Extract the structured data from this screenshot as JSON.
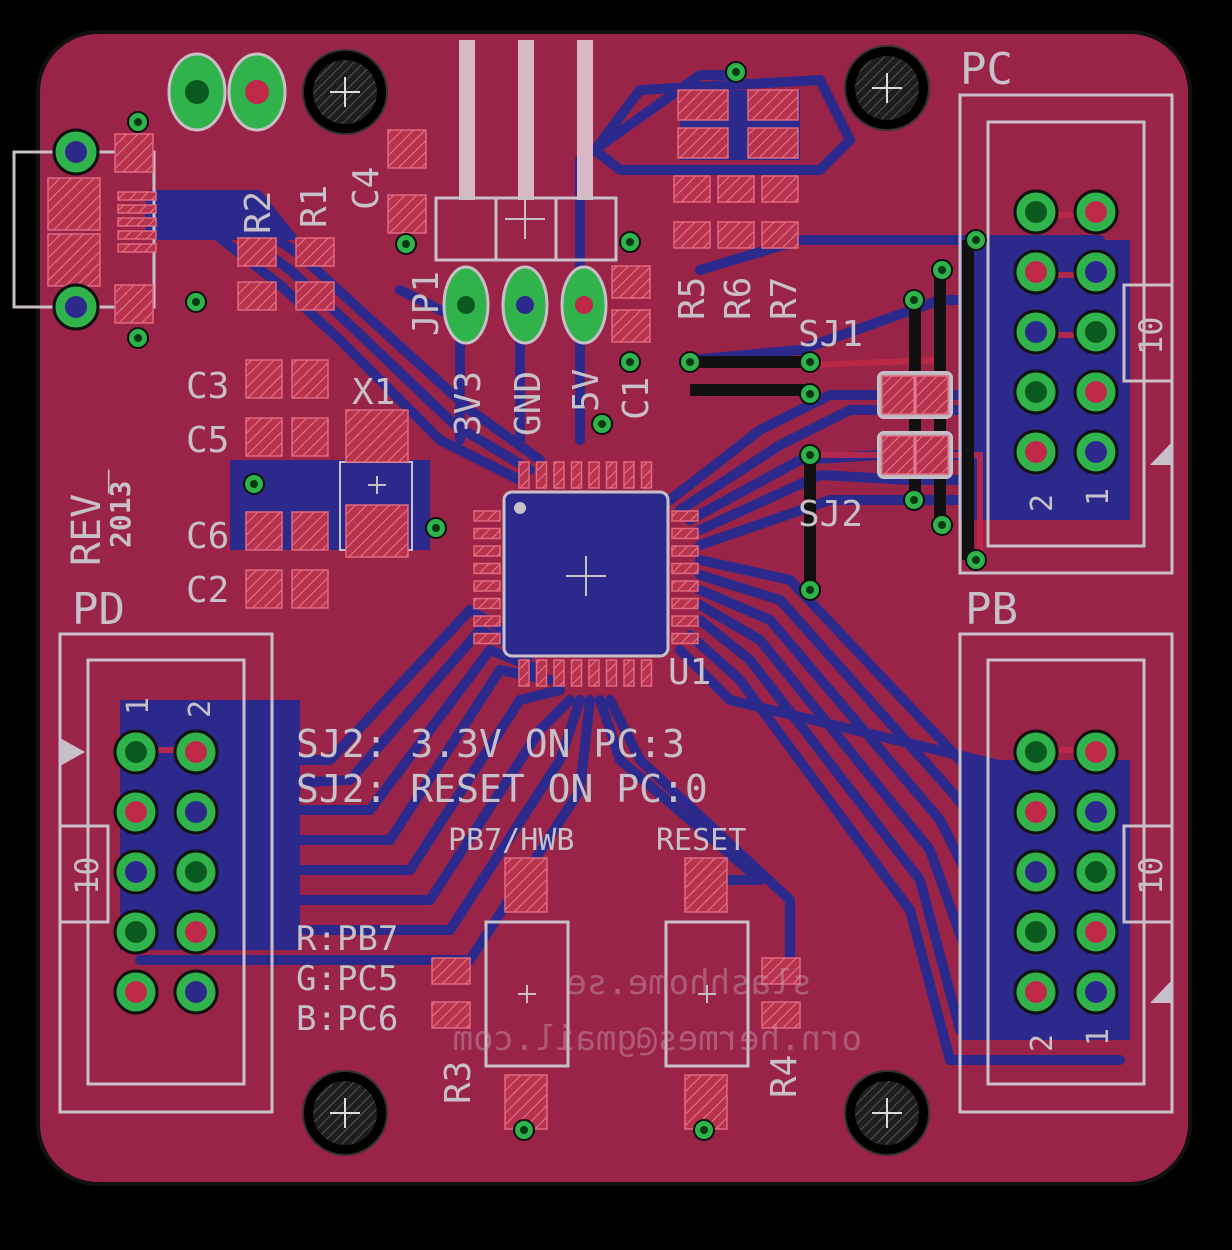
{
  "colors": {
    "background": "#000000",
    "board_fill": "#9a2348",
    "top_copper": "#a8203c",
    "bottom_copper": "#2b2a8c",
    "silkscreen": "#c8c0c8",
    "via_ring": "#2fb34a",
    "mount_hole": "#1e1e1e"
  },
  "header_labels": {
    "pc": "PC",
    "pb": "PB",
    "pd": "PD",
    "pin10": "10",
    "pin2": "2",
    "pin1": "1"
  },
  "jumper_labels": {
    "jp1": "JP1",
    "v33": "3V3",
    "gnd": "GND",
    "v5": "5V"
  },
  "components": {
    "r1": "R1",
    "r2": "R2",
    "r3": "R3",
    "r4": "R4",
    "r5": "R5",
    "r6": "R6",
    "r7": "R7",
    "c1": "C1",
    "c2": "C2",
    "c3": "C3",
    "c4": "C4",
    "c5": "C5",
    "c6": "C6",
    "x1": "X1",
    "u1": "U1",
    "sj1": "SJ1",
    "sj2": "SJ2"
  },
  "notes": {
    "line1": "SJ2: 3.3V ON PC:3",
    "line2": "SJ2: RESET ON PC:0",
    "pb7hwb": "PB7/HWB",
    "reset": "RESET",
    "led_r": "R:PB7",
    "led_g": "G:PC5",
    "led_b": "B:PC6"
  },
  "revision": {
    "rev": "REV_",
    "year": "2013"
  },
  "bottom_text": {
    "line1": "slashhome.se",
    "line2": "orn.hermes@gmail.com"
  }
}
